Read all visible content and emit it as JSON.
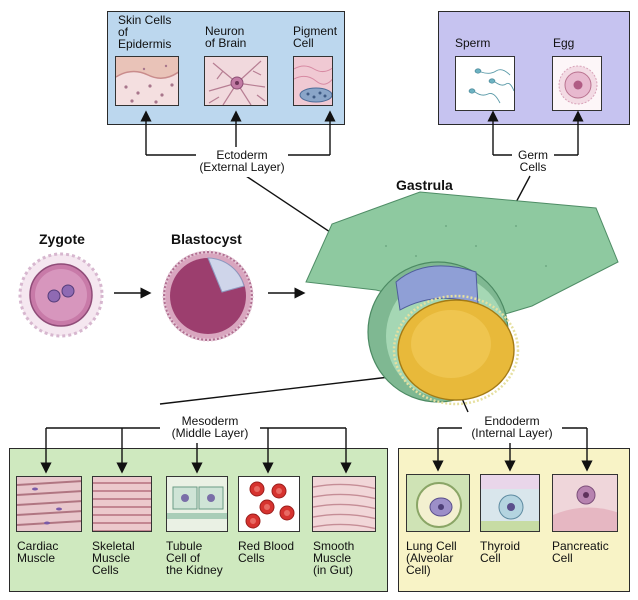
{
  "colors": {
    "ectoderm_panel": "#bcd7ee",
    "germ_panel": "#c6c3f0",
    "mesoderm_panel": "#cfe9bf",
    "endoderm_panel": "#f8f3c6",
    "gastrula_green": "#8ec9a0",
    "endoderm_yellow": "#e8b93a",
    "zygote_pink": "#c87aa8"
  },
  "stages": {
    "zygote": "Zygote",
    "blastocyst": "Blastocyst",
    "gastrula": "Gastrula"
  },
  "ectoderm": {
    "label": "Ectoderm\n(External Layer)",
    "cells": [
      {
        "label": "Skin Cells\nof\nEpidermis",
        "icon": "skin-cells-icon"
      },
      {
        "label": "Neuron\nof Brain",
        "icon": "neuron-icon"
      },
      {
        "label": "Pigment\nCell",
        "icon": "pigment-cell-icon"
      }
    ]
  },
  "germ": {
    "label": "Germ\nCells",
    "cells": [
      {
        "label": "Sperm",
        "icon": "sperm-icon"
      },
      {
        "label": "Egg",
        "icon": "egg-icon"
      }
    ]
  },
  "mesoderm": {
    "label": "Mesoderm\n(Middle Layer)",
    "cells": [
      {
        "label": "Cardiac\nMuscle",
        "icon": "cardiac-muscle-icon"
      },
      {
        "label": "Skeletal\nMuscle\nCells",
        "icon": "skeletal-muscle-icon"
      },
      {
        "label": "Tubule\nCell of\nthe Kidney",
        "icon": "kidney-tubule-icon"
      },
      {
        "label": "Red Blood\nCells",
        "icon": "red-blood-cells-icon"
      },
      {
        "label": "Smooth\nMuscle\n(in Gut)",
        "icon": "smooth-muscle-icon"
      }
    ]
  },
  "endoderm": {
    "label": "Endoderm\n(Internal Layer)",
    "cells": [
      {
        "label": "Lung Cell\n(Alveolar\nCell)",
        "icon": "lung-cell-icon"
      },
      {
        "label": "Thyroid\nCell",
        "icon": "thyroid-cell-icon"
      },
      {
        "label": "Pancreatic\nCell",
        "icon": "pancreatic-cell-icon"
      }
    ]
  }
}
